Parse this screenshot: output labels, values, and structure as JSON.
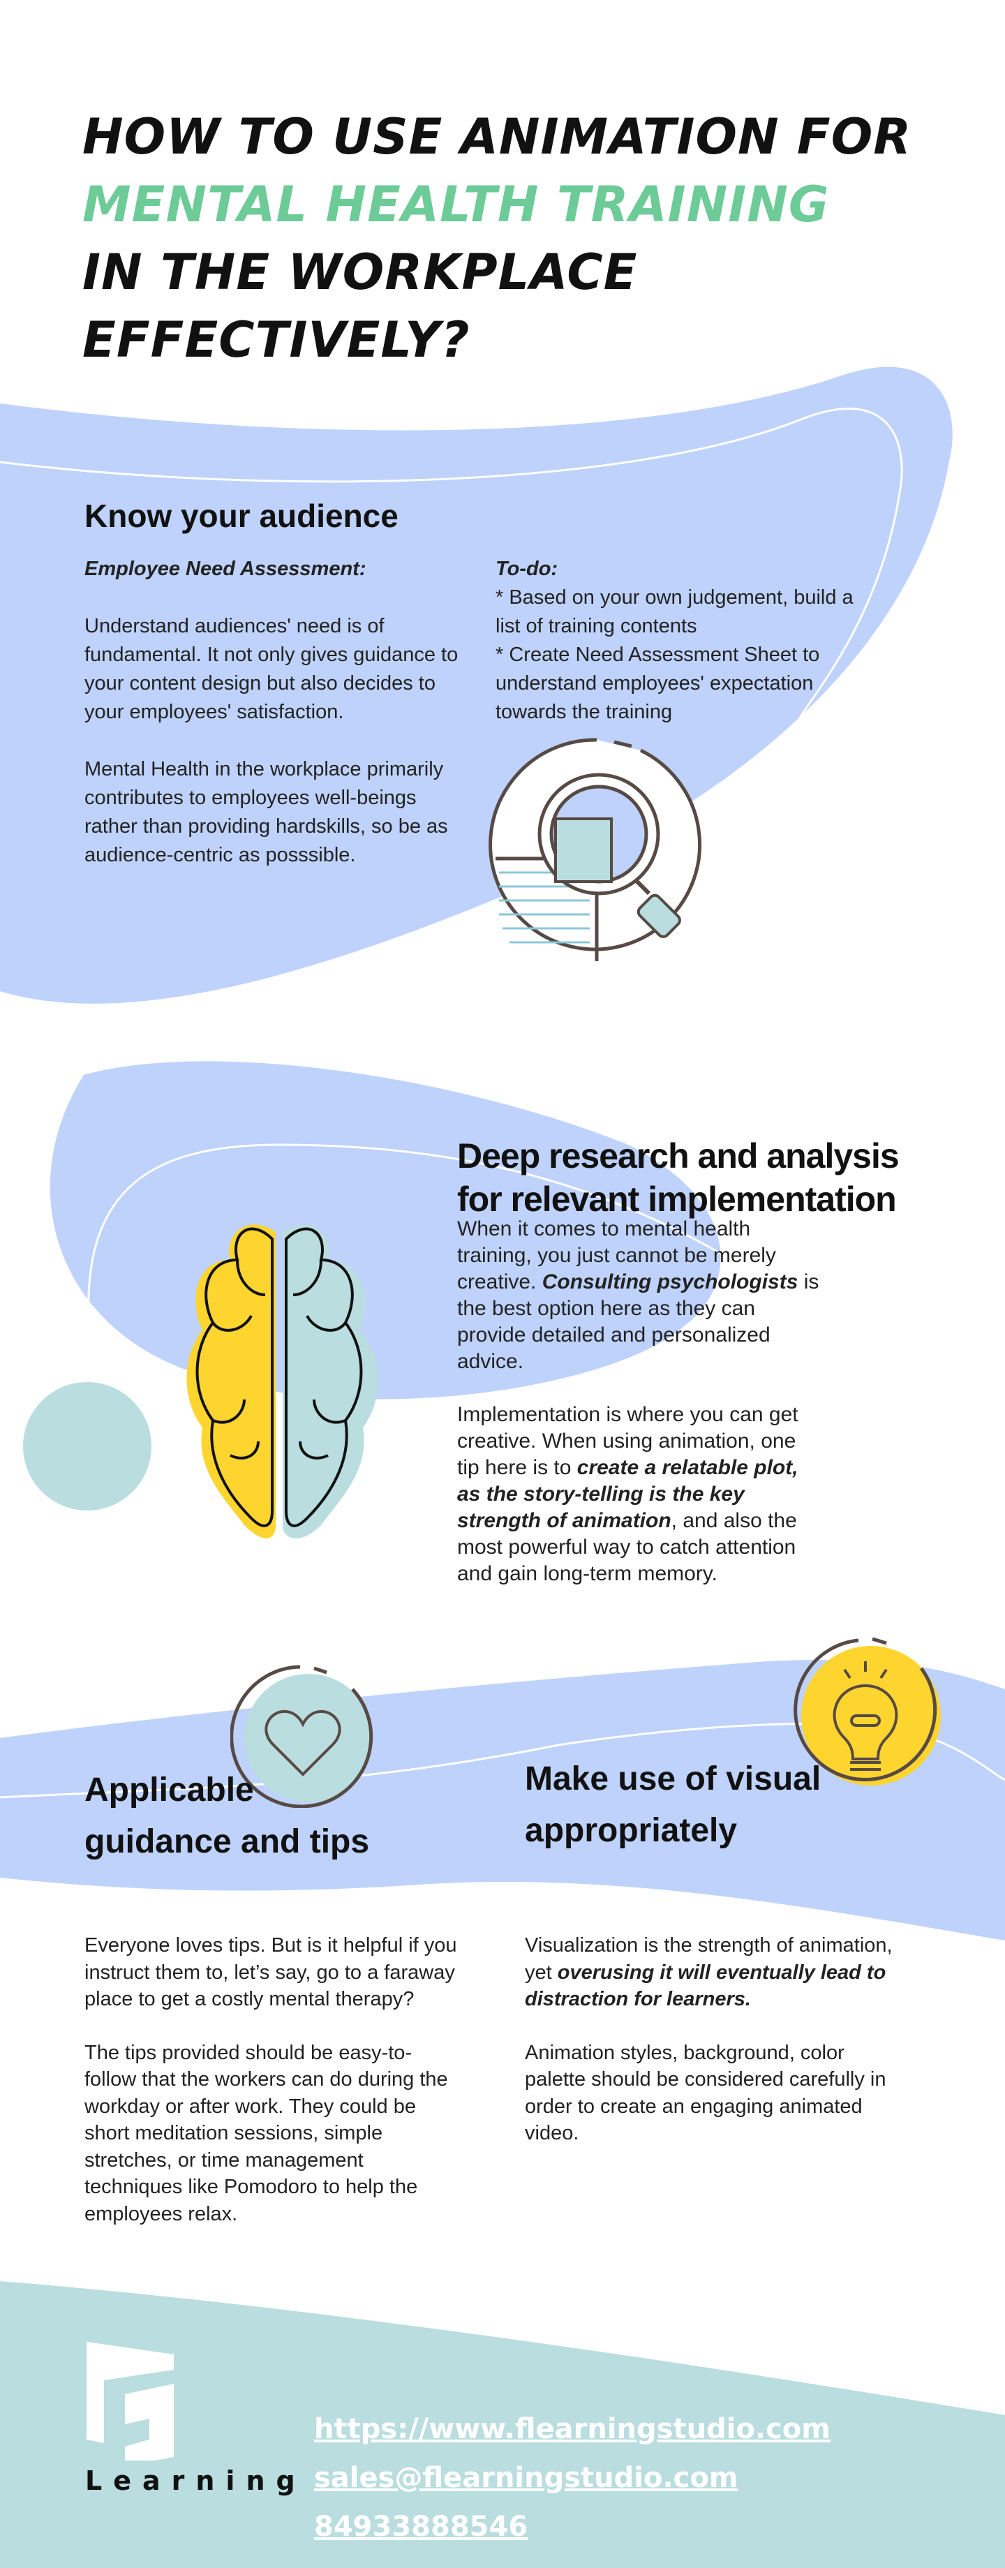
{
  "title": {
    "line1": "HOW TO USE ANIMATION FOR",
    "line2": "MENTAL HEALTH TRAINING",
    "line3": "IN THE WORKPLACE",
    "line4": "EFFECTIVELY?"
  },
  "s1": {
    "heading": "Know your audience",
    "left_sub": "Employee Need Assessment:",
    "left_p1": "Understand audiences' need is of fundamental. It not only gives guidance to your content design but also decides to your employees' satisfaction.",
    "left_p2": "Mental Health in the workplace primarily contributes to employees well-beings rather than providing hardskills, so be as audience-centric as posssible.",
    "todo_label": "To-do:",
    "todo1": " *  Based on your own judgement, build a list of training contents",
    "todo2": " *  Create Need Assessment Sheet to understand employees' expectation towards the training"
  },
  "s2": {
    "heading1": "Deep research and analysis",
    "heading2": "for relevant implementation",
    "p1a": "When it comes to mental health training, you just cannot be merely creative. ",
    "p1b": "Consulting psychologists",
    "p1c": " is the best option here as they can provide detailed and personalized advice.",
    "p2a": "Implementation is where you can get creative. When using animation, one tip here is to ",
    "p2b": "create a relatable plot, as the story-telling is the key strength of animation",
    "p2c": ", and also the most powerful way to catch attention and gain long-term memory."
  },
  "s3": {
    "heading1": "Applicable",
    "heading2": "guidance and tips",
    "p1": "Everyone loves tips. But is it helpful if you instruct them to, let’s say, go to a faraway place to get a costly mental therapy?",
    "p2": "The tips provided should be easy-to-follow that the workers can do during the workday or after work. They could be short meditation sessions, simple stretches, or time management techniques like Pomodoro to help the employees relax."
  },
  "s4": {
    "heading1": "Make use of visual",
    "heading2": "appropriately",
    "p1a": "Visualization is the strength of animation, yet ",
    "p1b": "overusing it will eventually lead to distraction for learners.",
    "p2": "Animation styles, background, color palette should be considered carefully in order to create an engaging animated video."
  },
  "footer": {
    "logo_text": "Learning",
    "website": "https://www.flearningstudio.com",
    "email": "sales@flearningstudio.com",
    "phone": "84933888546"
  },
  "colors": {
    "blue": "#bed2fb",
    "teal": "#badddf",
    "green": "#6ccb97",
    "yellow": "#fed52f"
  }
}
